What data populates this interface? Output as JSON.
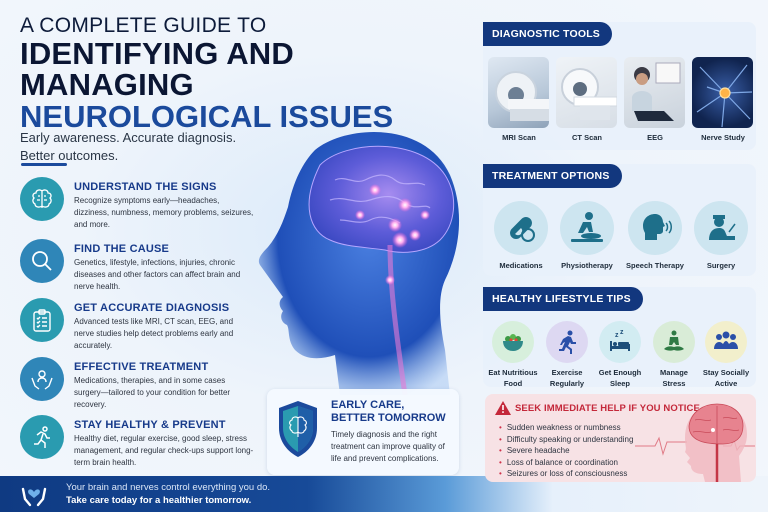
{
  "header": {
    "line1": "A COMPLETE GUIDE TO",
    "line2": "IDENTIFYING AND",
    "line3": "MANAGING",
    "line4": "NEUROLOGICAL ISSUES",
    "tagline_1": "Early awareness. Accurate diagnosis.",
    "tagline_2": "Better outcomes."
  },
  "steps": [
    {
      "icon": "brain-icon",
      "title": "UNDERSTAND THE SIGNS",
      "body": "Recognize symptoms early—headaches, dizziness, numbness, memory problems, seizures, and more."
    },
    {
      "icon": "magnifier-icon",
      "title": "FIND THE CAUSE",
      "body": "Genetics, lifestyle, infections, injuries, chronic diseases and other factors can affect brain and nerve health."
    },
    {
      "icon": "clipboard-checklist-icon",
      "title": "GET ACCURATE DIAGNOSIS",
      "body": "Advanced tests like MRI, CT scan, EEG, and nerve studies help detect problems early and accurately."
    },
    {
      "icon": "hands-care-icon",
      "title": "EFFECTIVE TREATMENT",
      "body": "Medications, therapies, and in some cases surgery—tailored to your condition for better recovery."
    },
    {
      "icon": "running-person-icon",
      "title": "STAY HEALTHY & PREVENT",
      "body": "Healthy diet, regular exercise, good sleep, stress management, and regular check-ups support long-term brain health."
    }
  ],
  "care_card": {
    "icon": "brain-shield-icon",
    "title": "EARLY CARE, BETTER TOMORROW",
    "body": "Timely diagnosis and the right treatment can improve quality of life and prevent complications."
  },
  "footer": {
    "icon": "hands-heart-icon",
    "line1": "Your brain and nerves control everything you do.",
    "line2": "Take care today for a healthier tomorrow."
  },
  "diagnostic_tools": {
    "title": "DIAGNOSTIC TOOLS",
    "items": [
      {
        "label": "MRI Scan"
      },
      {
        "label": "CT Scan"
      },
      {
        "label": "EEG"
      },
      {
        "label": "Nerve Study"
      }
    ]
  },
  "treatment_options": {
    "title": "TREATMENT OPTIONS",
    "items": [
      {
        "label": "Medications",
        "icon": "capsule-icon"
      },
      {
        "label": "Physiotherapy",
        "icon": "physiotherapy-icon"
      },
      {
        "label": "Speech Therapy",
        "icon": "speaking-head-icon"
      },
      {
        "label": "Surgery",
        "icon": "surgeon-icon"
      }
    ]
  },
  "lifestyle_tips": {
    "title": "HEALTHY LIFESTYLE TIPS",
    "items": [
      {
        "label_1": "Eat Nutritious",
        "label_2": "Food",
        "icon": "salad-bowl-icon"
      },
      {
        "label_1": "Exercise",
        "label_2": "Regularly",
        "icon": "running-icon"
      },
      {
        "label_1": "Get Enough",
        "label_2": "Sleep",
        "icon": "bed-sleep-icon"
      },
      {
        "label_1": "Manage",
        "label_2": "Stress",
        "icon": "meditation-icon"
      },
      {
        "label_1": "Stay Socially",
        "label_2": "Active",
        "icon": "group-people-icon"
      }
    ]
  },
  "alert": {
    "icon": "warning-triangle-icon",
    "title": "SEEK IMMEDIATE HELP IF YOU NOTICE",
    "items": [
      "Sudden weakness or numbness",
      "Difficulty speaking or understanding",
      "Severe headache",
      "Loss of balance or coordination",
      "Seizures or loss of consciousness"
    ]
  },
  "colors": {
    "navy": "#12377e",
    "title_blue": "#1b4a9c",
    "teal": "#2a9bb0",
    "alert_red": "#c4283a",
    "alert_bg": "#f7e2e5"
  }
}
